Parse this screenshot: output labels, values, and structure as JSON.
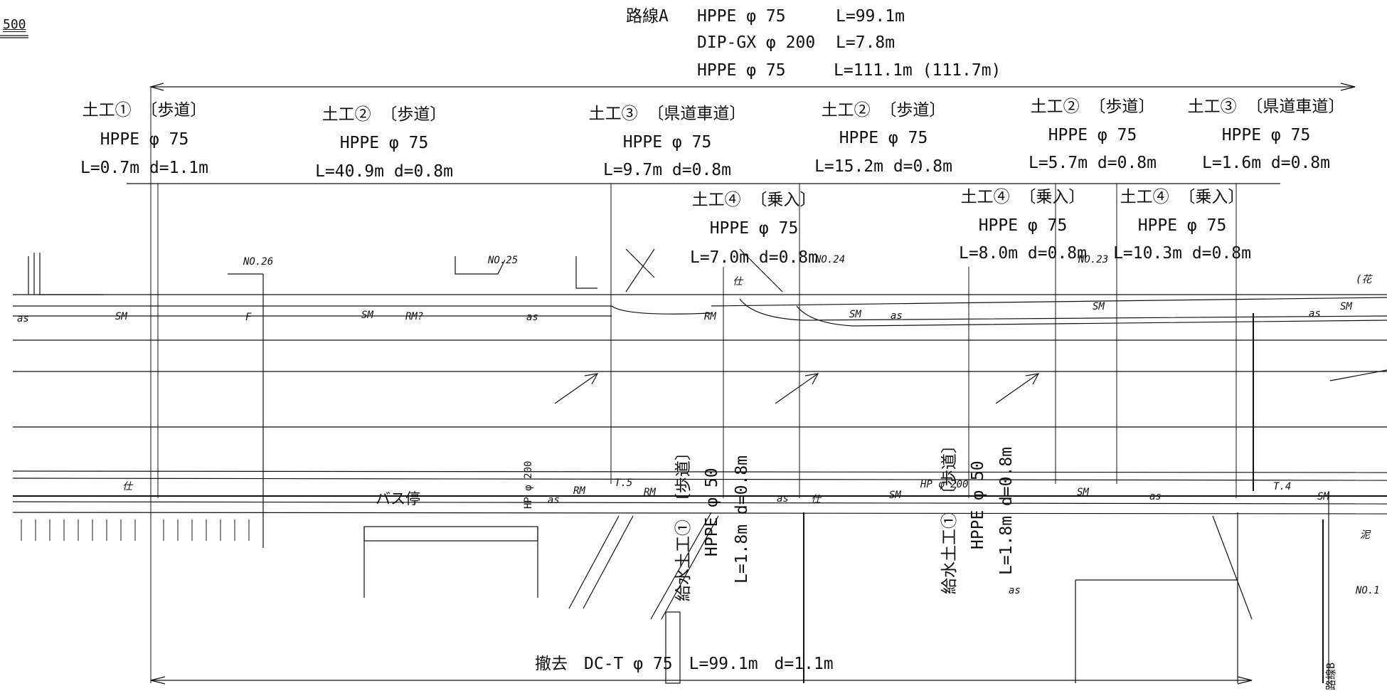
{
  "scale": "500",
  "route_a": {
    "title": "路線A",
    "rows": [
      {
        "pipe": "HPPE φ 75",
        "length": "L=99.1m"
      },
      {
        "pipe": "DIP-GX φ 200",
        "length": "L=7.8m"
      },
      {
        "pipe": "HPPE φ 75",
        "length": "L=111.1m (111.7m)"
      }
    ]
  },
  "sections_top": [
    {
      "name": "土工① 〔歩道〕",
      "pipe": "HPPE φ 75",
      "dims": "L=0.7m d=1.1m"
    },
    {
      "name": "土工② 〔歩道〕",
      "pipe": "HPPE φ 75",
      "dims": "L=40.9m d=0.8m"
    },
    {
      "name": "土工③ 〔県道車道〕",
      "pipe": "HPPE φ 75",
      "dims": "L=9.7m d=0.8m"
    },
    {
      "name": "土工② 〔歩道〕",
      "pipe": "HPPE φ 75",
      "dims": "L=15.2m d=0.8m"
    },
    {
      "name": "土工② 〔歩道〕",
      "pipe": "HPPE φ 75",
      "dims": "L=5.7m d=0.8m"
    },
    {
      "name": "土工③ 〔県道車道〕",
      "pipe": "HPPE φ 75",
      "dims": "L=1.6m d=0.8m"
    }
  ],
  "sections_mid": [
    {
      "name": "土工④ 〔乗入〕",
      "pipe": "HPPE φ 75",
      "dims": "L=7.0m d=0.8m"
    },
    {
      "name": "土工④ 〔乗入〕",
      "pipe": "HPPE φ 75",
      "dims": "L=8.0m d=0.8m"
    },
    {
      "name": "土工④ 〔乗入〕",
      "pipe": "HPPE φ 75",
      "dims": "L=10.3m d=0.8m"
    }
  ],
  "service_pipes": [
    {
      "name": "給水土工① 〔歩道〕",
      "pipe": "HPPE φ 50",
      "dims": "L=1.8m d=0.8m"
    },
    {
      "name": "給水土工① 〔歩道〕",
      "pipe": "HPPE φ 50",
      "dims": "L=1.8m d=0.8m"
    }
  ],
  "removal": "撤去　DC-T φ 75　L=99.1m　d=1.1m",
  "route_b": "路線B",
  "map_labels": {
    "no26": "NO.26",
    "no25": "NO.25",
    "no24": "NO.24",
    "no23": "NO.23",
    "no1": "NO.1",
    "as": "as",
    "sm": "SM",
    "rm": "RM",
    "rm2": "RM?",
    "f": "F",
    "bus_stop": "バス停",
    "hp200": "HP φ 200",
    "t5": "T.5",
    "t4": "T.4",
    "shi": "仕",
    "hana": "(花",
    "doro": "泥"
  },
  "colors": {
    "line": "#111111",
    "paper": "#ffffff"
  }
}
